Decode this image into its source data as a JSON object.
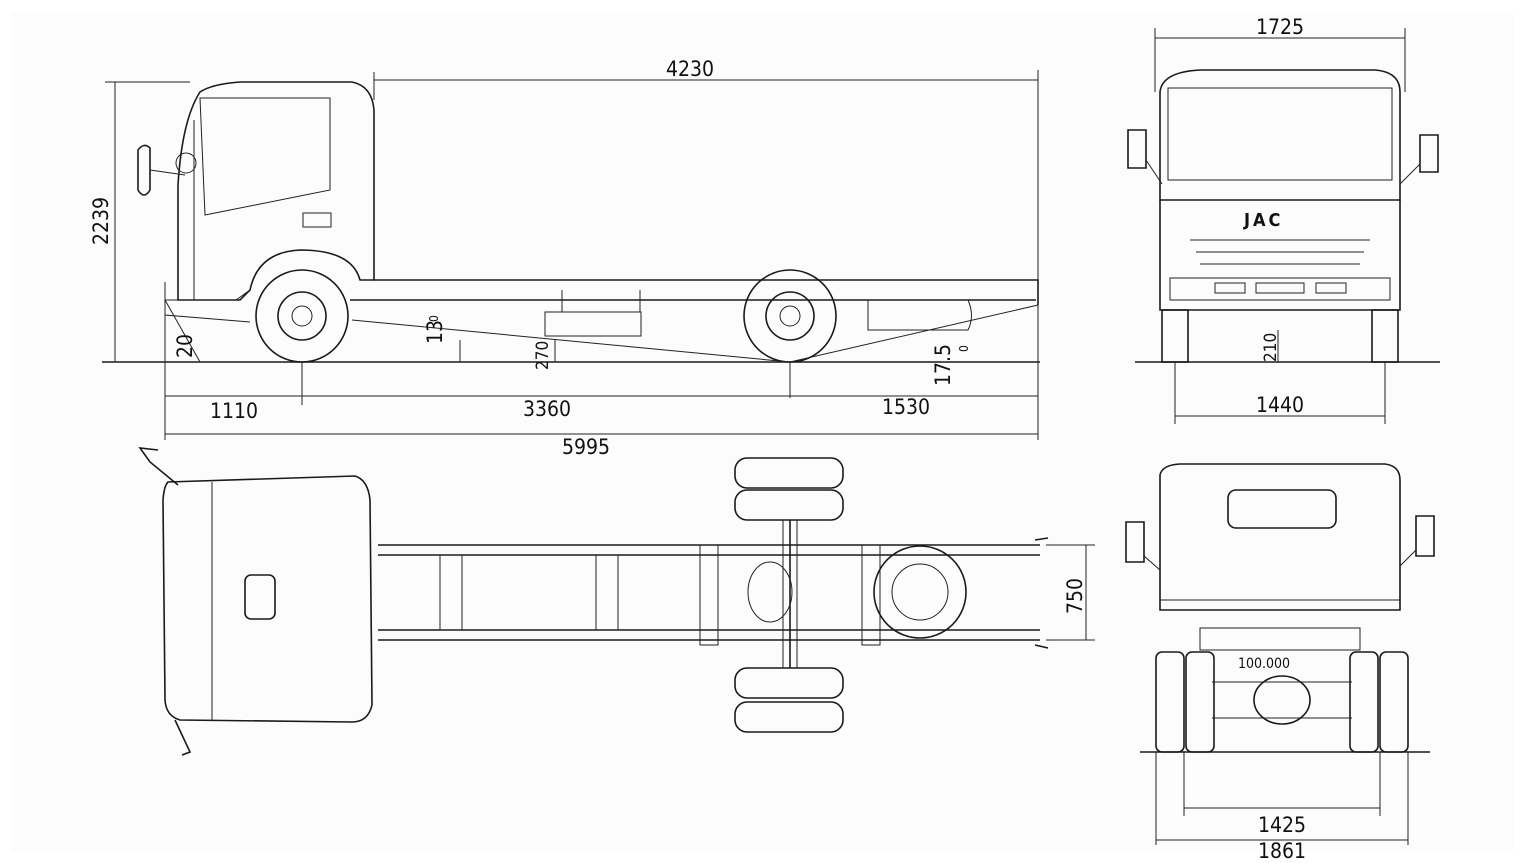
{
  "dimensions": {
    "cab_to_end": "4230",
    "overall_height": "2239",
    "front_overhang": "1110",
    "wheelbase": "3360",
    "rear_overhang": "1530",
    "overall_length": "5995",
    "cab_width": "1725",
    "front_track": "1440",
    "frame_width": "750",
    "rear_track": "1425",
    "overall_width": "1861",
    "approach_angle": "20",
    "mid_angle": "13",
    "ground_clearance_mid": "270",
    "departure_angle": "17.5",
    "front_ground_clearance": "210"
  },
  "units": {
    "degree": "0"
  },
  "brand": {
    "logo_text": "JAC"
  },
  "rear_plate": {
    "text": "100.000"
  },
  "colors": {
    "line": "#1a1a1a",
    "background": "#ffffff"
  }
}
